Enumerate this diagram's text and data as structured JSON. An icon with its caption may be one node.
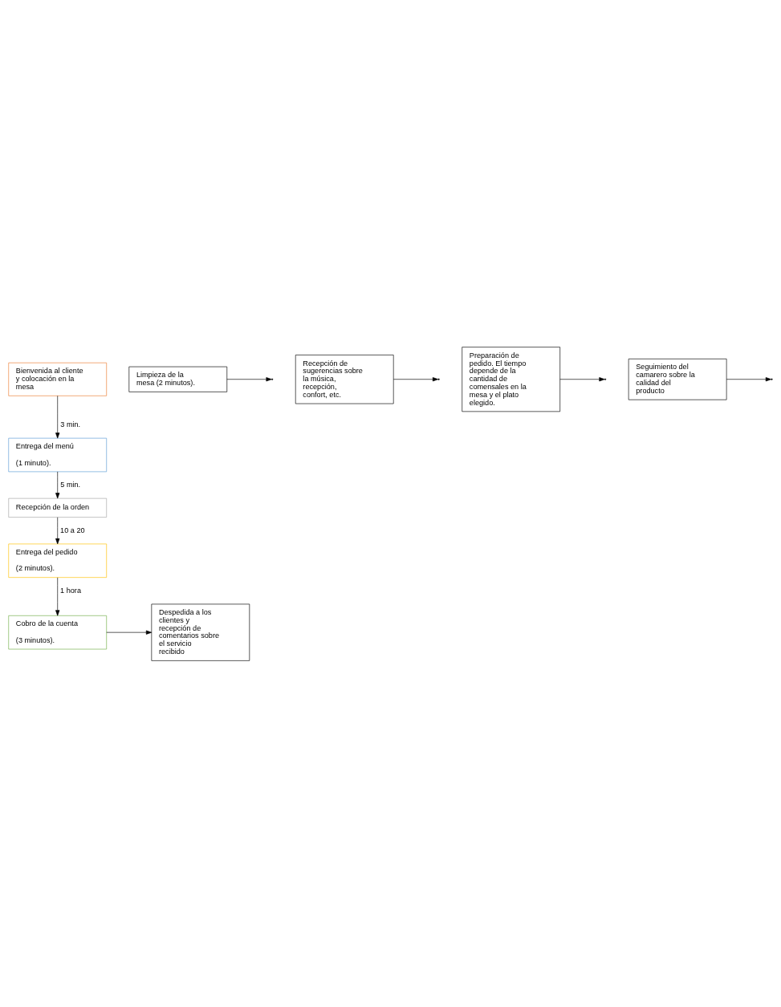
{
  "diagram": {
    "nodes": [
      {
        "text": [
          "Bienvenida al cliente y colocación en la mesa"
        ]
      },
      {
        "text": [
          "Limpieza de la mesa (2 minutos)."
        ]
      },
      {
        "text": [
          "Entrega del menú",
          "(1 minuto)."
        ]
      },
      {
        "text": [
          "Recepción de sugerencias sobre la música, recepción, confort, etc."
        ]
      },
      {
        "text": [
          "Recepción de la orden"
        ]
      },
      {
        "text": [
          "Preparación de pedido. El tiempo depende de la cantidad de comensales en la mesa y el plato elegido."
        ]
      },
      {
        "text": [
          "Entrega del pedido",
          "(2 minutos)."
        ]
      },
      {
        "text": [
          "Seguimiento del camarero sobre la calidad del producto"
        ]
      },
      {
        "text": [
          "Despedida a los clientes y recepción de comentarios sobre el servicio recibido"
        ]
      },
      {
        "text": [
          "Cobro de la cuenta",
          "(3 minutos)."
        ]
      }
    ],
    "edges": [
      {
        "from": 0,
        "to": 2,
        "arrow": "to",
        "label": "3 min."
      },
      {
        "from": 1,
        "to": null,
        "arrow": "to"
      },
      {
        "from": 2,
        "to": 4,
        "arrow": "to",
        "label": "5 min."
      },
      {
        "from": 3,
        "to": null,
        "arrow": "to"
      },
      {
        "from": 4,
        "to": 6,
        "arrow": "to",
        "label": "10 a 20"
      },
      {
        "from": 5,
        "to": null,
        "arrow": "to"
      },
      {
        "from": 6,
        "to": 9,
        "arrow": "to",
        "label": "1 hora"
      },
      {
        "from": 7,
        "to": null,
        "arrow": "to"
      },
      {
        "from": 9,
        "to": 8,
        "arrow": "to"
      }
    ]
  }
}
